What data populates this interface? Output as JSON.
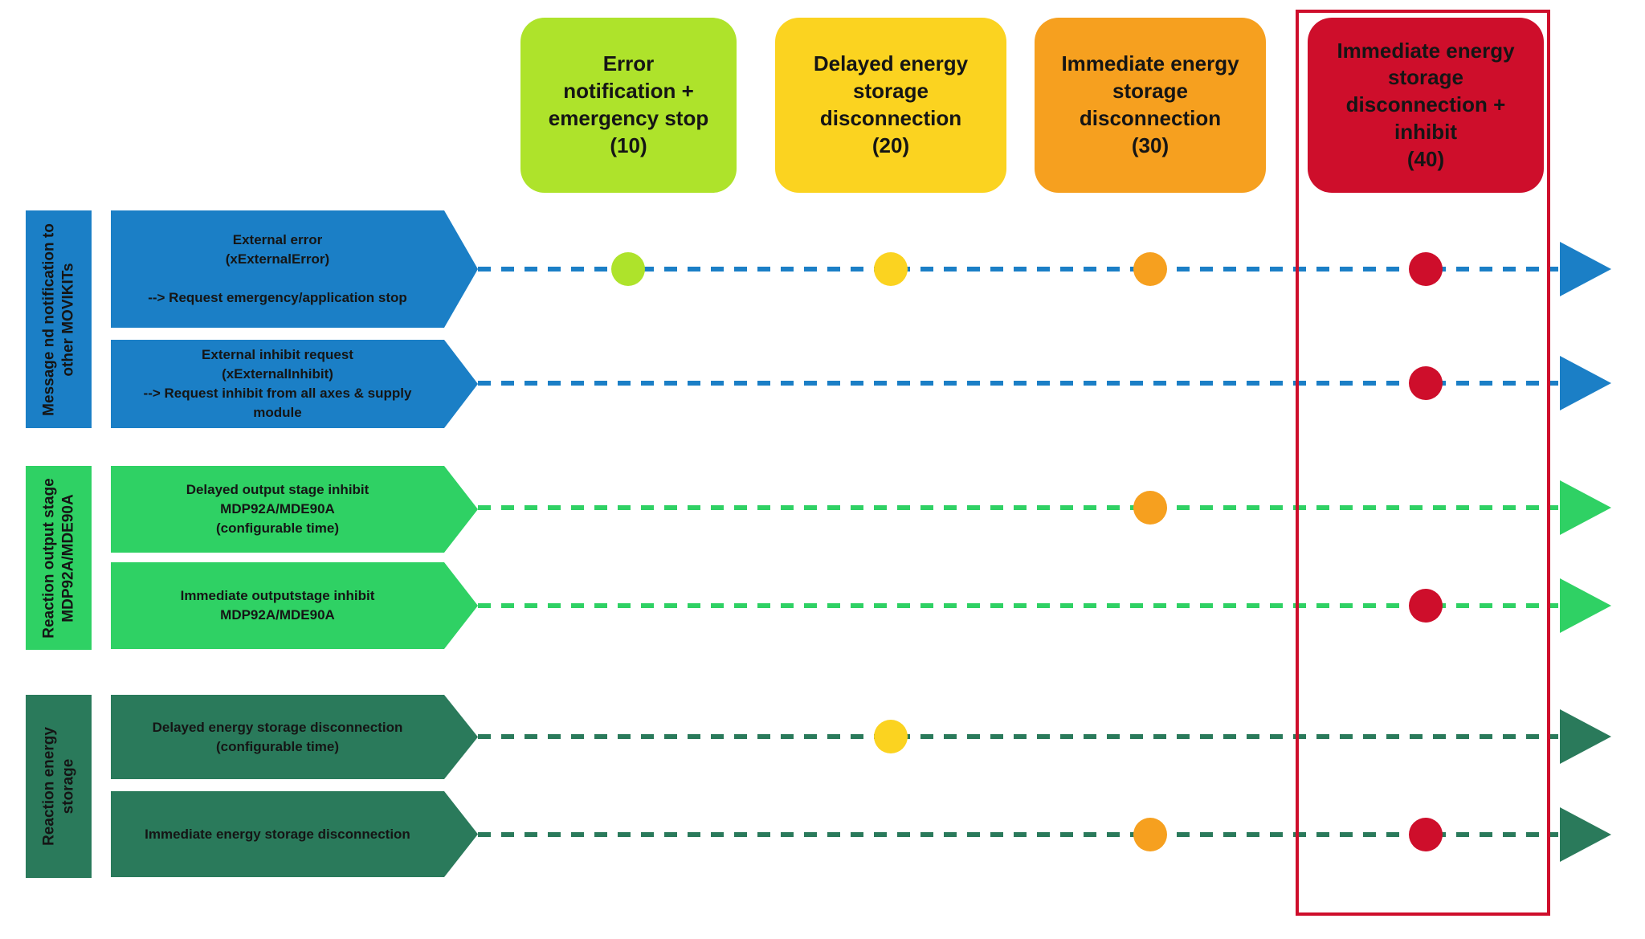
{
  "palette": {
    "blue": "#1B7FC6",
    "lime": "#AEE32B",
    "yellow": "#FBD320",
    "orange": "#F6A01F",
    "red": "#CE0E2B",
    "green": "#2FD164",
    "dark_green": "#2A7A5B",
    "text": "#151515"
  },
  "columns": [
    {
      "id": "10",
      "label": "Error\nnotification +\nemergency stop\n(10)",
      "color_key": "lime"
    },
    {
      "id": "20",
      "label": "Delayed energy\nstorage\ndisconnection\n(20)",
      "color_key": "yellow"
    },
    {
      "id": "30",
      "label": "Immediate energy\nstorage\ndisconnection\n(30)",
      "color_key": "orange"
    },
    {
      "id": "40",
      "label": "Immediate energy\nstorage\ndisconnection +\ninhibit\n(40)",
      "color_key": "red"
    }
  ],
  "groups": [
    {
      "label": "Message nd notification to\nother MOVIKITs",
      "color_key": "blue"
    },
    {
      "label": "Reaction output stage\nMDP92A/MDE90A",
      "color_key": "green"
    },
    {
      "label": "Reaction energy\nstorage",
      "color_key": "dark_green"
    }
  ],
  "rows": [
    {
      "label": "External error\n(xExternalError)\n\n--> Request emergency/application stop",
      "color_key": "blue",
      "dots": [
        "10",
        "20",
        "30",
        "40"
      ]
    },
    {
      "label": "External inhibit request\n(xExternalInhibit)\n--> Request inhibit from all axes & supply\nmodule",
      "color_key": "blue",
      "dots": [
        "40"
      ]
    },
    {
      "label": "Delayed output stage inhibit\nMDP92A/MDE90A\n(configurable time)",
      "color_key": "green",
      "dots": [
        "30"
      ]
    },
    {
      "label": "Immediate outputstage inhibit\nMDP92A/MDE90A",
      "color_key": "green",
      "dots": [
        "40"
      ]
    },
    {
      "label": "Delayed energy storage disconnection\n(configurable time)",
      "color_key": "dark_green",
      "dots": [
        "20"
      ]
    },
    {
      "label": "Immediate energy storage disconnection",
      "color_key": "dark_green",
      "dots": [
        "30",
        "40"
      ]
    }
  ]
}
